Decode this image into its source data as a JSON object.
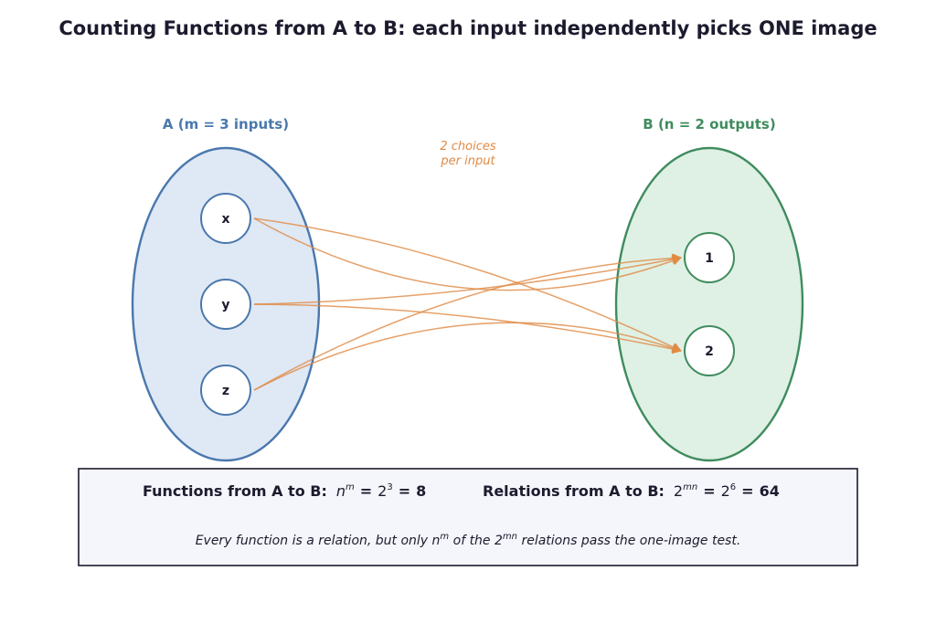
{
  "title": "Counting Functions from A to B:  each input independently picks ONE image",
  "set_a": {
    "label": "A  (m = 3 inputs)",
    "elements": [
      "x",
      "y",
      "z"
    ],
    "stroke": "#4a78ad",
    "fill": "#dfe8f5"
  },
  "set_b": {
    "label": "B  (n = 2 outputs)",
    "elements": [
      "1",
      "2"
    ],
    "stroke": "#3f8c5e",
    "fill": "#dff0e4"
  },
  "choice_note": [
    "2 choices",
    "per input"
  ],
  "edge_color": "#e08a44",
  "edges": [
    {
      "from": "x",
      "to": "1"
    },
    {
      "from": "x",
      "to": "2"
    },
    {
      "from": "y",
      "to": "1"
    },
    {
      "from": "y",
      "to": "2"
    },
    {
      "from": "z",
      "to": "1"
    },
    {
      "from": "z",
      "to": "2"
    }
  ],
  "summary": {
    "functions": {
      "label": "Functions from A to B:",
      "base": "n",
      "exp": "m",
      "eq1": "=",
      "num_base": "2",
      "num_exp": "3",
      "eq2": "=",
      "result": "8"
    },
    "relations": {
      "label": "Relations from A to B:",
      "base": "2",
      "exp": "mn",
      "eq1": "=",
      "num_base": "2",
      "num_exp": "6",
      "eq2": "=",
      "result": "64"
    },
    "note": {
      "p1": "Every function is a relation, but only ",
      "base1": "n",
      "exp1": "m",
      "p2": " of the ",
      "base2": "2",
      "exp2": "mn",
      "p3": " relations pass the one-image test."
    }
  }
}
